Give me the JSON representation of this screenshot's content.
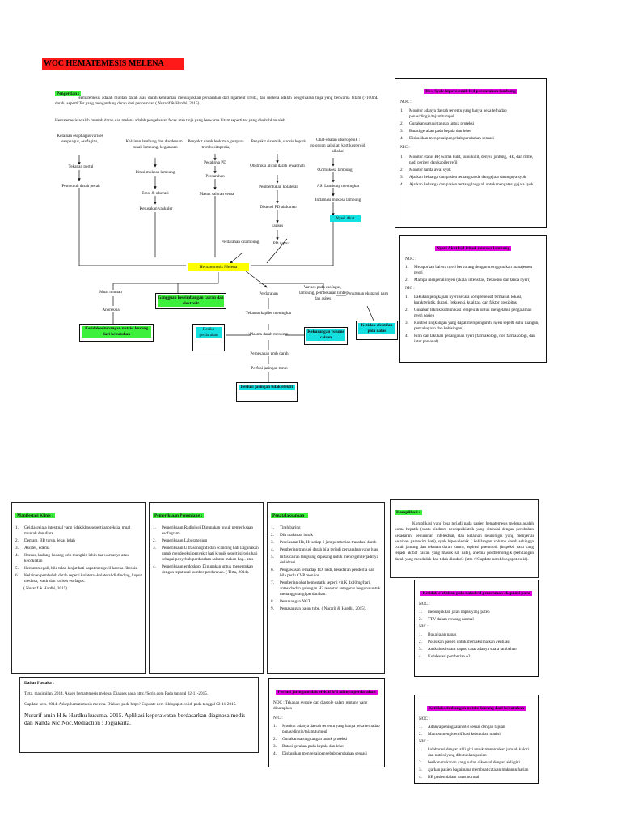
{
  "title": "WOC HEMATEMESIS MELENA",
  "pengertian": {
    "label": "Pengertian :",
    "p1": "Hematemesis adalah muntah darah atau darah kehitaman menunjukkan perdarahan dari ligament Treitz, dan melena adalah pengeluaran tinja yang berwarna hitam (>100mL darah) seperti Ter yang mengandung darah dari pencernaan ( Nurarif & Hardhi, 2015).",
    "p2": "Hematemesis adalah muntah darah dan melena adalah pengeluaran feces atau tinja yang berwarna hitam seperti ter yang disebabkan oleh"
  },
  "flow": {
    "c1a": "Kelainan esophagus,varises esophagus, esofagitis,",
    "c1b": "Tekanan portal",
    "c1c": "Pembuluh darah pecah",
    "c2a": "Kelainan lambung dan duodenum : tukak lambung, keganasan",
    "c2b": "Iritasi mukosa lambung",
    "c2c": "Erosi & ulserasi",
    "c2d": "Kerusakan vaskuler",
    "c3a": "Penyakit darah leukimia, purpura trombositopenia,",
    "c3b": "Pecahnya PD",
    "c3c": "Perdarahan",
    "c3d": "Masuk saluran cerna",
    "c4a": "Penyakit sistemik, sirosis hepatis",
    "c4b": "Obstruksi aliran darah lewat hati",
    "c4c": "Pembentukan kolateral",
    "c4d": "Distensi PD abdomen",
    "c4e": "varises",
    "c5a": "Obat-obatan ulserogenik : golongan salisilat, kortikosteroid, alkohol",
    "c5b": "O2 mukosa lambung",
    "c5c": "AS. Lambung meningkat",
    "c5d": "Inflamasi mukosa lambung",
    "nyeri_akut": "Nyeri Akut",
    "perdarahan_dilambung": "Perdarahan dilambung",
    "pd_ruptur": "PD ruptur",
    "hematemesis_melena": "Hematemesis Melena",
    "mual_muntah": "Mual muntah",
    "anoreksia": "Anoreksia",
    "gangguan_keseimbangan": "Gangguan keseimbangan cairan dan elektrolit",
    "ketidakseimbangan_nutrisi": "Ketidakseimbangan nutrisi kurang dari kebutuhan",
    "perdarahan2": "Perdarahan",
    "tekanan_kapiler": "Tekanan kapiler meningkat",
    "resiko_perdarahan": "Resiko perdarahan",
    "plasma_darah": "\\Plasma darah menurun",
    "kekurangan_volume": "Kekurangan volume cairan",
    "varises_pada": "Varises pada esofagus, lambung, pembesaran limfe dan asites",
    "penurunan_ekspansi": "Penurunan ekspansi paru",
    "ketidak_efektifan_pola": "Ketidak efektifan pola nafas",
    "pemekatan_pmb": "Pemekanan pmb darah",
    "perfusi_turun": "Perfusi jaringan turun",
    "perfusi_tidak": "Perfusi jaringan tidak efektif"
  },
  "box_risiko": {
    "title": "Res. Syok hipovolemik b/d perdarahan lambung",
    "noc_label": "NOC :",
    "noc": [
      "Monitor adanya daerah tertentu yang hanya peka terhadap panas/dingin/tajam/tumpul",
      "Gunakan sarung tangan untuk proteksi",
      "Batasi gerakan pada kepala dan leher",
      "Diskusikan mengenai penyebab perubahan sensasi"
    ],
    "nic_label": "NIC :",
    "nic": [
      "Monitor status BP, warna kulit, suhu kulit, denyut jantung, HR, dan ritme, nadi perifer, dan kapiler refill",
      "Monitor tanda awal syok",
      "Ajarkan keluarga dan pasien tentang tanda dan gejala datangnya syok",
      "Ajarkan keluarga dan pasien tentang langkah untuk mengatasi gejala syok"
    ]
  },
  "box_nyeri": {
    "title": "Nyeri Akut b/d iritasi mukosa lambung",
    "noc_label": "NOC :",
    "noc": [
      "Melaporkan bahwa nyeri berkurang dengan menggunakan manajemen nyeri",
      "Mampu mengenali nyeri (skala, intensitas, frekuensi dan tanda nyeri)"
    ],
    "nic_label": "NIC :",
    "nic": [
      "Lakukan pengkajian nyeri secara komprehensif termasuk lokasi, karakteristik, durasi, frekuensi, kualitas, dan faktor presipitasi",
      "Gunakan teknik komunikasi terapeutik untuk mengetahui pengalaman nyeri pasien",
      "Kontrol lingkungan yang dapat mempengaruhi nyeri seperti suhu ruangan, pencahayaan dan kebisingan)",
      "Pilih dan lakukan penanganan nyeri (farmakologi, non farmakologi, dan inter personal)"
    ]
  },
  "manifestasi": {
    "title": "Manifestasi Klinis :",
    "items": [
      "Gejala-gejala intestinal yang tidak khas seperti anoreksia, mual muntah dan diare.",
      "Demam, BB turun, lekas lelah",
      "Ascites, edema",
      "Ikterus, kadang-kadang urin mungkin lebih tua warnanya atau kecoklatan",
      "Hematomegali, bila telah lanjut hati dapat mengecil karena fibrosis.",
      "Kelainan pembuluh darah seperti kolateral-kolateral di dinding, koput medusa, wasir dan varises esofagus."
    ],
    "ref": "( Nurarif & Hardhi, 2015)."
  },
  "pemeriksaan": {
    "title": "Pemeriksaan Penunjang :",
    "items": [
      "Pemeriksaan Radiologi Digunakan untuk pemeriksaan esofagram",
      "Pemeriksaan Laboratorium",
      "Pemeriksaan Ultrasonografi dan scanning hati Digunakan untuk mendeteksi penyakit hati kronik seperti sirosis hati sebagai penyebab perdarahan saluran makan bag.. atas",
      "Pemeriksaan endoskopi Digunakan untuk menentukan dengan tepat asal sumber perdarahan. ( Tirta, 2014)."
    ]
  },
  "penatalaksanaan": {
    "title": "Penatalaksanaan :",
    "items": [
      "Tirah baring",
      "Diit makanan lunak",
      "Pereiksaan Hb, Ht setiap 6 jam pemberian transfusi darah",
      "Pemberian tranfusi darah bila terjadi perdarahan yang luas",
      "Infus cairan langsung dipasang untuk mencegah terjadinya dehidrasi.",
      "Pengawasan terhadap TD, nadi, kesadaran penderita dan bila perlu CVP monitor.",
      "Pemberian obat hemostatik seperti vit.K 4x10mg/hari, antasida dan golongan H2 reseptor antagonis berguna untuk menanggulangi perdarahan.",
      "Pemasangan NGT",
      "Pemasangan balon tube. ( Nurarif & Hardhi, 2015)."
    ]
  },
  "komplikasi": {
    "title": "Komplikasi :",
    "text": "Komplikasi yang bisa terjadi pada pasien hematemesis melena adalah koma hepatik (suatu sindrom neuropsikiatrik yang ditandai dengan perubahan kesadaran, penurunan intelektual, dan kelainan neurologis yang menyertai kelainan parenkim hati), syok hipovolemik ( kehilangan volume darah sehingga curah jantung dan tekanan darah turun), aspirasi pneumoni (inspeksi paru yang terjadi akibat cairan yang masuk sal nafs), anemia posthemoragik (kehilangan darah yang mendadak dan tidak disadari) (http ://Cupdate ners1.blogspot.co.id)."
  },
  "daftar": {
    "title": "Daftar Pustaka :",
    "refs": [
      "Tirta, maximilan. 2014. Askep hematemesis melena. Diakses pada http://Scrib.com Pada tanggal 02-11-2015.",
      "Cupdate ners. 2014. Askep hematemesis melena. Diakses pada http:// Cupdate ners 1.blogspot.co.id. pada tanggal 02-11-2015."
    ],
    "big_ref": "Nurarif amin H & Hardhu kusuma. 2015. Aplikasi keperawatan berdasarkan diagnosa medis dan Nanda Nic Noc.Mediaction : Jogjakarta."
  },
  "box_pola": {
    "title": "Ketidak efektifan pola nafasb/d penurunan ekspansi paru",
    "noc_label": "NOC :",
    "noc": [
      "menunjukkan jalan napas yang paten",
      "TTV dalam rentang normal"
    ],
    "nic_label": "NIC :",
    "nic": [
      "Buka jalan napas",
      "Posisikan pasien untuk memaksimalkan ventilasi",
      "Auskultasi suara napas, catat adanya suara tambahan",
      "Kolaborasi pemberian o2"
    ]
  },
  "box_perfusi": {
    "title": "Perfusi jaringantidak efektif b/d adanya perdarahan",
    "noc_label": "NOC : Tekanan systole dan diastole dalam rentang yang diharapkan",
    "nic_label": "NIC :",
    "nic": [
      "Monitor adanya daerah tertentu yang hanya peka terhadap panas/dingin/tajam/tumpul",
      "Gunakan sarung tangan untuk proteksi",
      "Batasi gerakan pada kepala dan leher",
      "Diskusikan mengenai penyebab perubahan sensasi"
    ]
  },
  "box_nutrisi": {
    "title": "Ketidakseimbangan nutrisi kurang dari kebutuhan",
    "noc_label": "NOC :",
    "noc": [
      "Adanya peningkatan BB sesuai dengan tujuan",
      "Mampu mengidentifikasi kebutuhan nutrisi"
    ],
    "nic_label": "NIC :",
    "nic": [
      "kolaborasi dengan ahli gizi untuk menentukan jumlah kalori dan nutrisi yang dibutuhkan pasien",
      "berikan makanan yang sudah dikonsul dengan ahli gizi",
      "ajarkan pasien bagaimana membuat catatan makanan harian",
      "BB pasien dalam batas normal"
    ]
  }
}
